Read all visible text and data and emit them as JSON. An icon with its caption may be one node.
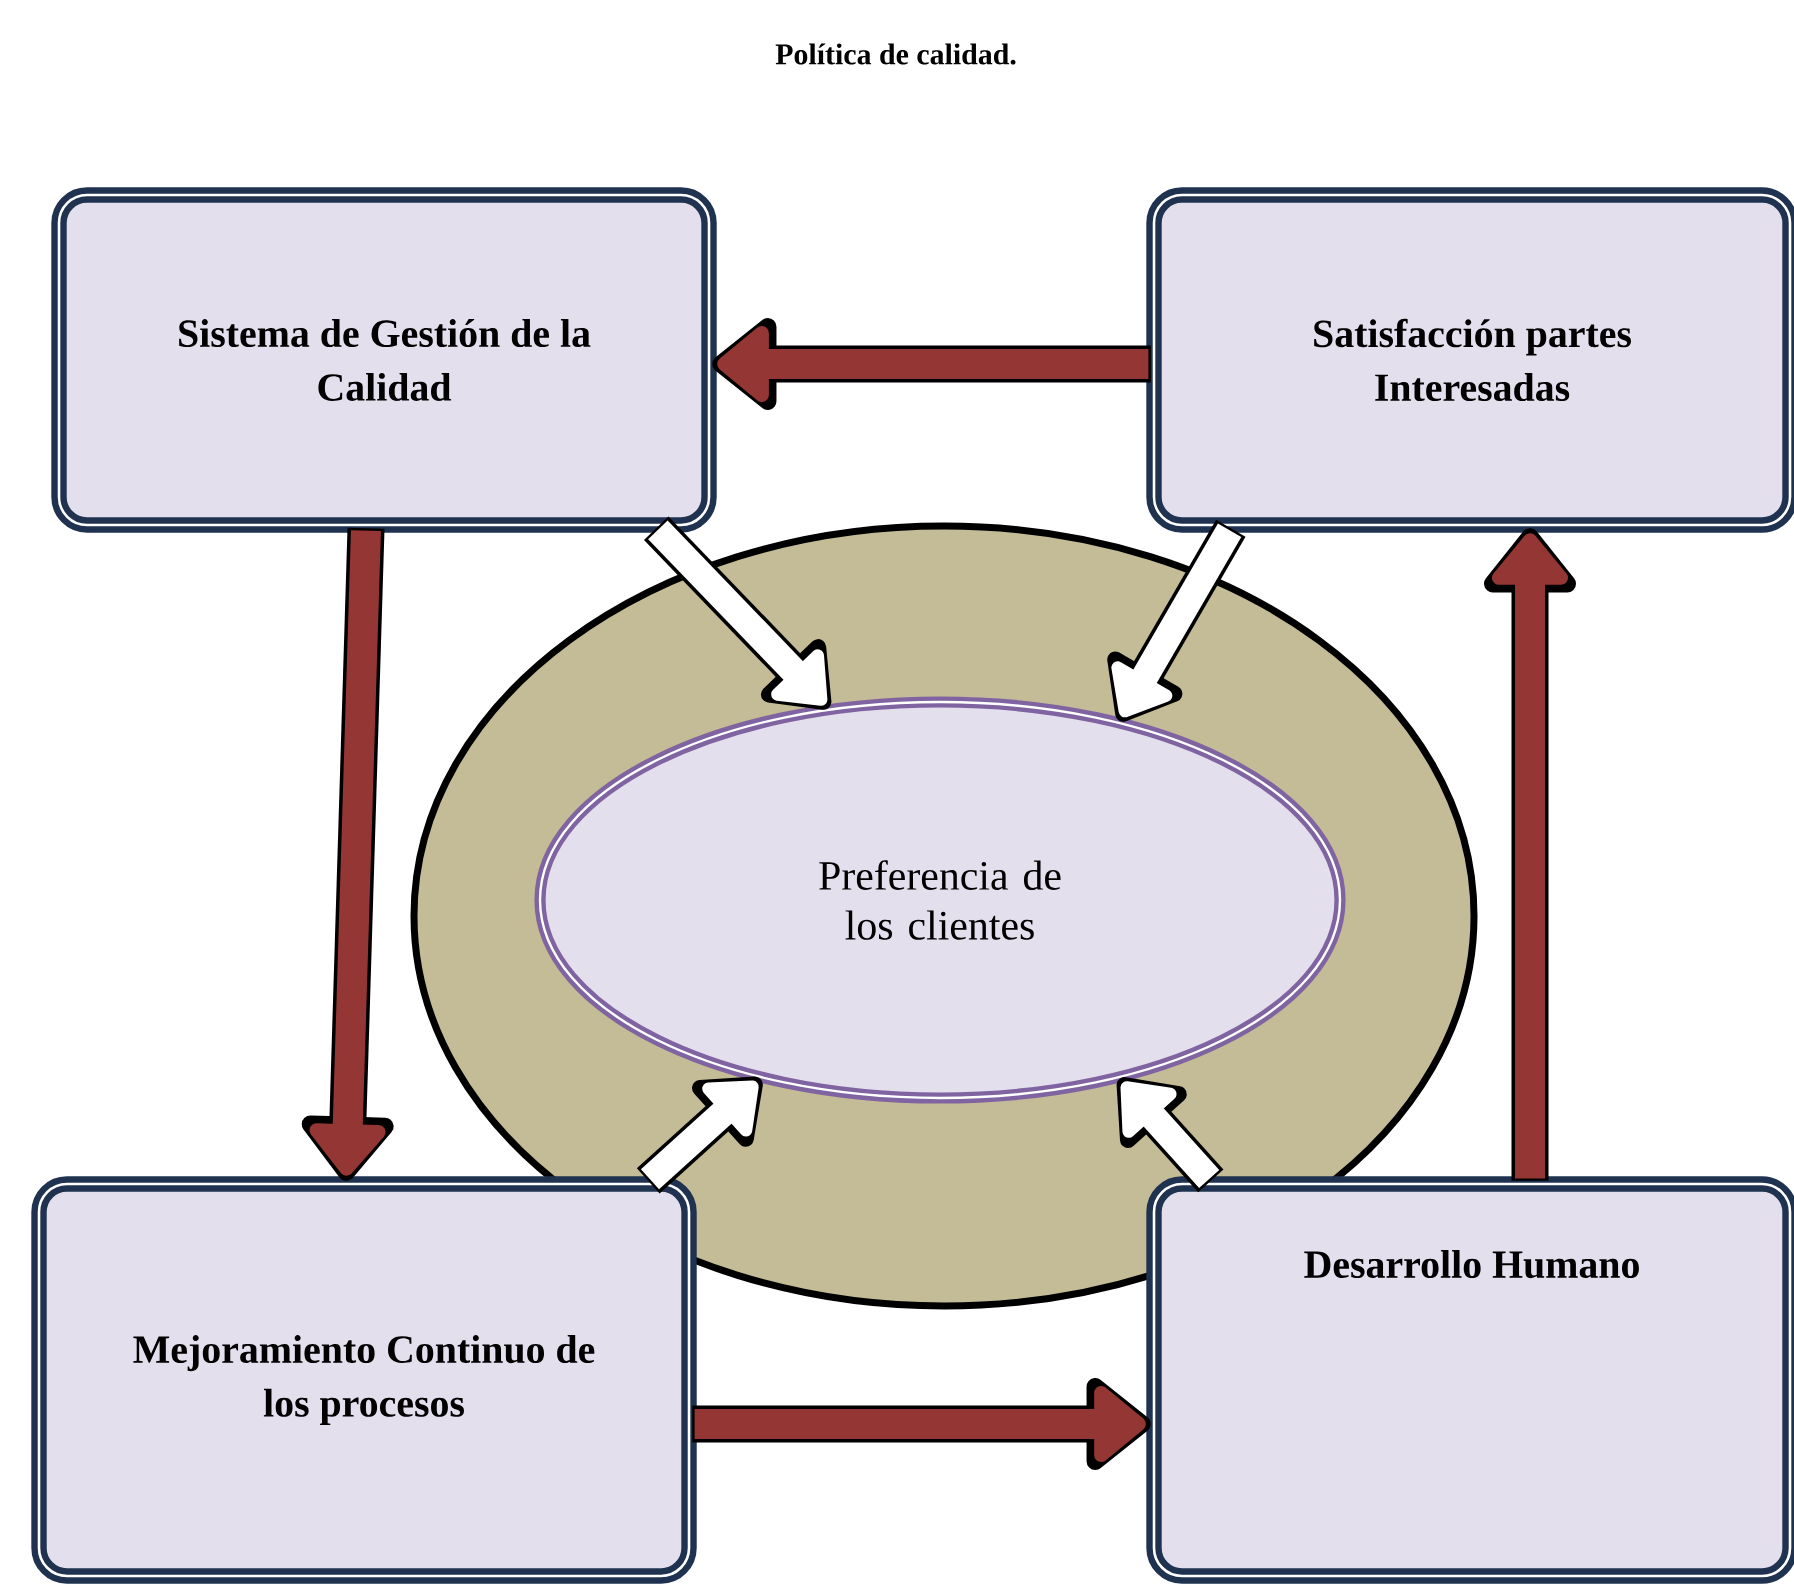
{
  "diagram": {
    "title": "Política de calidad.",
    "nodes": [
      {
        "text": [
          "Sistema de Gestión de la Calidad"
        ]
      },
      {
        "text": [
          "Satisfacción partes Interesadas"
        ]
      },
      {
        "text": [],
        "shape": "ellipse"
      },
      {
        "text": [
          "Preferencia de los clientes"
        ],
        "in": 2
      },
      {
        "text": [
          "Mejoramiento Continuo de los procesos"
        ]
      },
      {
        "text": [
          "Desarrollo Humano"
        ]
      }
    ],
    "edges": [
      {
        "from": 1,
        "to": 0,
        "arrow": "to"
      },
      {
        "from": 0,
        "to": 4,
        "arrow": "to"
      },
      {
        "from": 4,
        "to": 5,
        "arrow": "to"
      },
      {
        "from": 5,
        "to": 1,
        "arrow": "to"
      },
      {
        "from": 0,
        "to": 3,
        "arrow": "to",
        "color": "#ffffff"
      },
      {
        "from": 1,
        "to": 3,
        "arrow": "to",
        "color": "#ffffff"
      },
      {
        "from": 4,
        "to": 3,
        "arrow": "to",
        "color": "#ffffff"
      },
      {
        "from": 5,
        "to": 3,
        "arrow": "to",
        "color": "#ffffff"
      }
    ]
  }
}
